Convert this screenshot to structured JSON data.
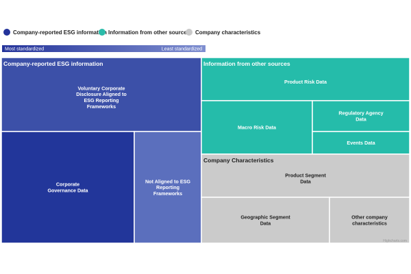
{
  "chart_data": {
    "type": "treemap",
    "legend": {
      "placement": "top-left",
      "items": [
        {
          "label": "Company-reported ESG information",
          "color": "#24339a"
        },
        {
          "label": "Information from other sources",
          "color": "#2bbcaa"
        },
        {
          "label": "Company characteristics",
          "color": "#c9c9c9"
        }
      ]
    },
    "color_scale": {
      "left_label": "Most standardized",
      "right_label": "Least standardized",
      "from_color": "#24339a",
      "to_color": "#7f8fd0"
    },
    "groups": [
      {
        "title": "Company-reported ESG information",
        "color": "#24339a",
        "title_color": "#ffffff",
        "cells": [
          {
            "lines": [
              "Voluntary Corporate",
              "Disclosure Aligned to",
              "ESG Reporting",
              "Frameworks"
            ],
            "value": 16,
            "color": "#3c50a8",
            "text_color": "#ffffff"
          },
          {
            "lines": [
              "Corporate",
              "Governance Data"
            ],
            "value": 15,
            "color": "#22369a",
            "text_color": "#ffffff"
          },
          {
            "lines": [
              "Not Aligned to ESG",
              "Reporting",
              "Frameworks"
            ],
            "value": 8,
            "color": "#5b6fbd",
            "text_color": "#ffffff"
          }
        ]
      },
      {
        "title": "Information from other sources",
        "color": "#2bbcaa",
        "title_color": "#ffffff",
        "cells": [
          {
            "lines": [
              "Product Risk Data"
            ],
            "value": 7,
            "color": "#25bcaa",
            "text_color": "#ffffff"
          },
          {
            "lines": [
              "Macro Risk Data"
            ],
            "value": 7,
            "color": "#25bcaa",
            "text_color": "#ffffff"
          },
          {
            "lines": [
              "Regulatory Agency",
              "Data"
            ],
            "value": 4,
            "color": "#25bcaa",
            "text_color": "#ffffff"
          },
          {
            "lines": [
              "Events Data"
            ],
            "value": 3,
            "color": "#25bcaa",
            "text_color": "#ffffff"
          }
        ]
      },
      {
        "title": "Company Characteristics",
        "color": "#c9c9c9",
        "title_color": "#222222",
        "cells": [
          {
            "lines": [
              "Product Segment",
              "Data"
            ],
            "value": 8,
            "color": "#cbcbcb",
            "text_color": "#222222"
          },
          {
            "lines": [
              "Geographic Segment",
              "Data"
            ],
            "value": 6,
            "color": "#cbcbcb",
            "text_color": "#222222"
          },
          {
            "lines": [
              "Other company",
              "characteristics"
            ],
            "value": 4,
            "color": "#cbcbcb",
            "text_color": "#222222"
          }
        ]
      }
    ],
    "credit": "Highcharts.com"
  }
}
